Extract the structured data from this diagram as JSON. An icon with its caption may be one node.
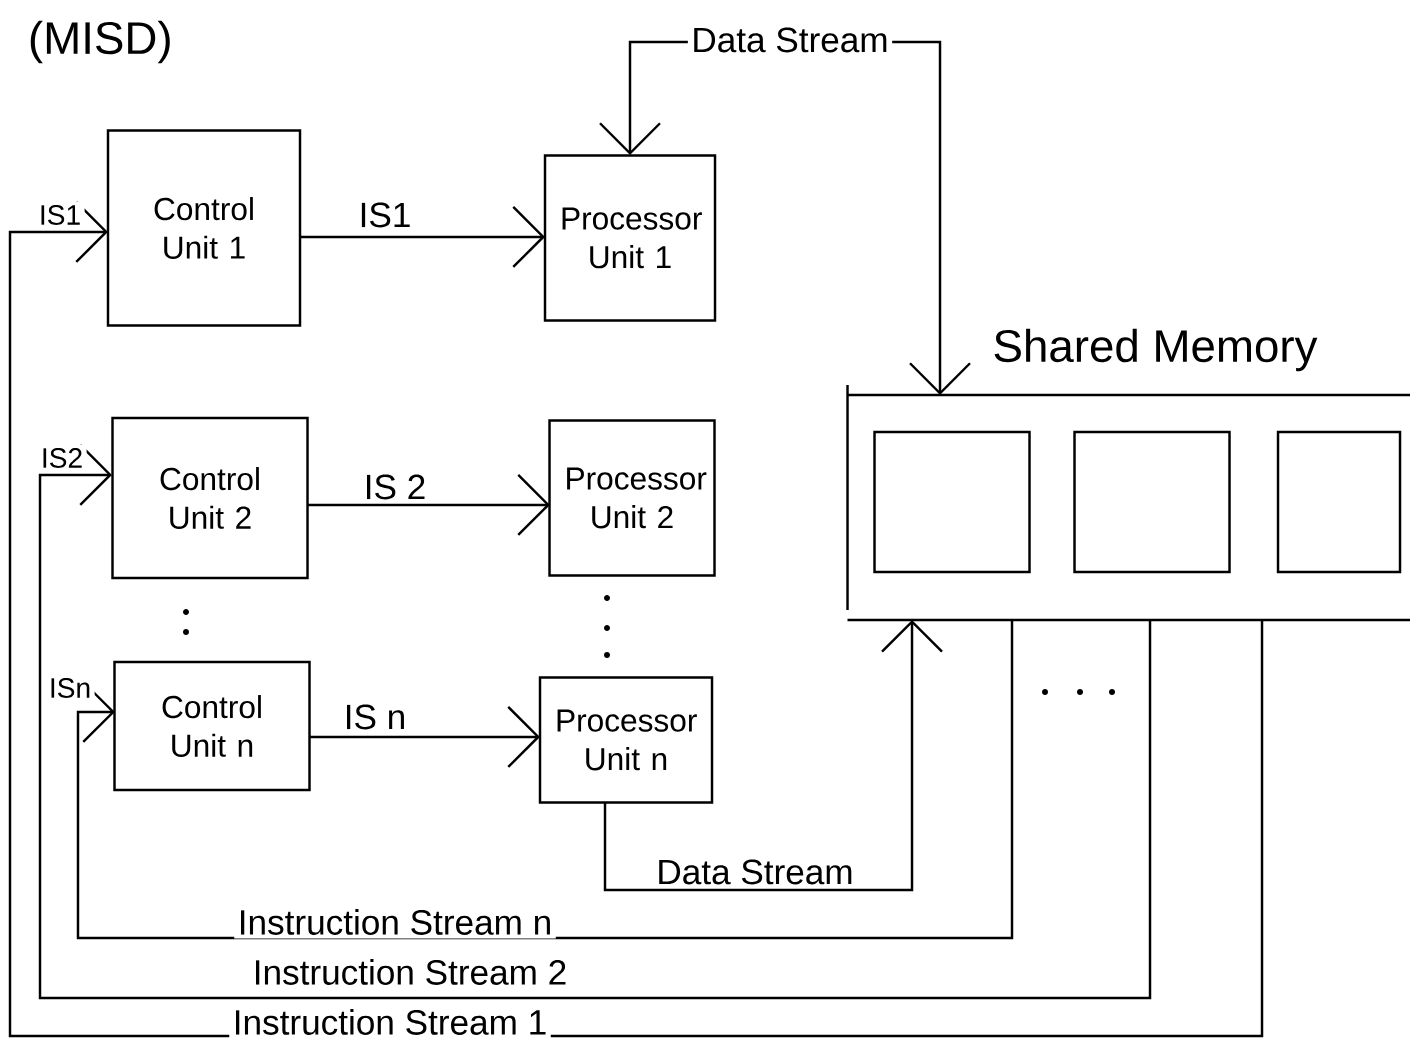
{
  "diagram": {
    "title": "(MISD)",
    "nodes": [
      {
        "text": [
          "Control Unit 1"
        ]
      },
      {
        "text": [
          "Processor Unit 1"
        ]
      },
      {
        "text": [
          "Control Unit 2"
        ]
      },
      {
        "text": [
          "Processor Unit 2"
        ]
      },
      {
        "text": [
          "Control Unit n"
        ]
      },
      {
        "text": [
          "Processor Unit n"
        ]
      },
      {
        "text": [
          "Shared Memory"
        ]
      },
      {
        "text": [],
        "shape": "box",
        "in": 6
      },
      {
        "text": [],
        "shape": "box",
        "in": 6
      },
      {
        "text": [],
        "shape": "box",
        "in": 6
      }
    ],
    "edges": [
      {
        "from": 0,
        "to": 1,
        "arrow": "to",
        "label": "IS1"
      },
      {
        "from": 2,
        "to": 3,
        "arrow": "to",
        "label": "IS 2"
      },
      {
        "from": 4,
        "to": 5,
        "arrow": "to",
        "label": "IS n"
      },
      {
        "from": 6,
        "to": 1,
        "arrow": "both",
        "label": "Data Stream"
      },
      {
        "from": 5,
        "to": 6,
        "arrow": "to",
        "label": "Data Stream"
      },
      {
        "from": 6,
        "to": 4,
        "arrow": "to",
        "label": "Instruction Stream n"
      },
      {
        "from": 6,
        "to": 2,
        "arrow": "to",
        "label": "Instruction Stream 2"
      },
      {
        "from": 6,
        "to": 0,
        "arrow": "to",
        "label": "Instruction Stream 1"
      }
    ],
    "labels": [
      "IS1",
      "IS2",
      "ISn"
    ]
  }
}
